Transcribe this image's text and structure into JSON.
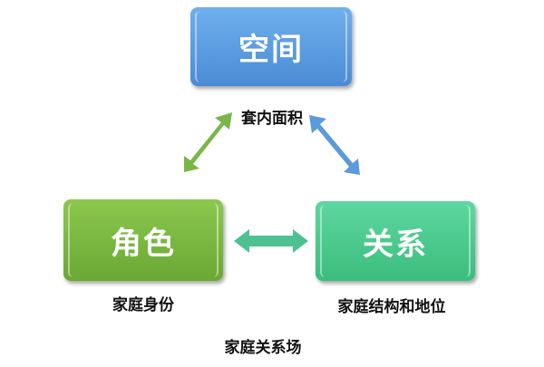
{
  "nodes": {
    "space": {
      "title": "空间",
      "caption": "套内面积",
      "color": "#5a9de2"
    },
    "role": {
      "title": "角色",
      "caption": "家庭身份",
      "color": "#7aba40"
    },
    "relation": {
      "title": "关系",
      "caption": "家庭结构和地位",
      "color": "#4ccb8f"
    }
  },
  "center_label": "家庭关系场"
}
